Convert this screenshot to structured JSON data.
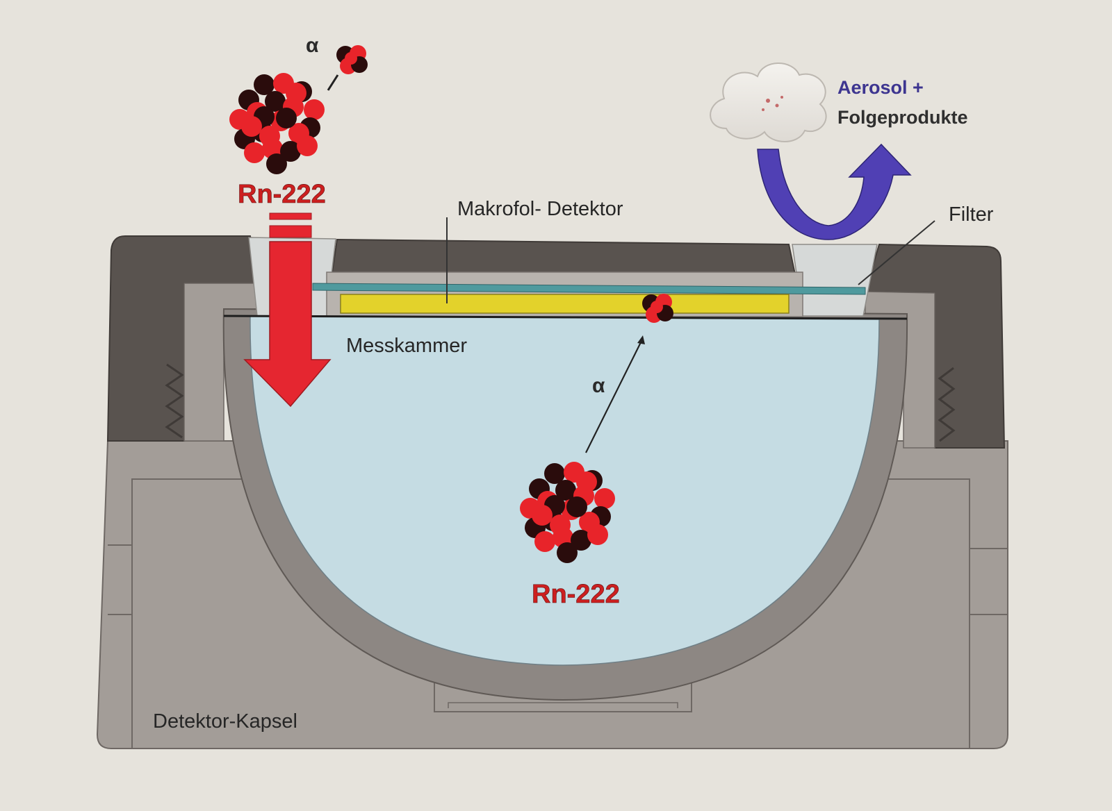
{
  "labels": {
    "rn_top": "Rn-222",
    "rn_bottom": "Rn-222",
    "alpha_top": "α",
    "alpha_mid": "α",
    "makrofol": "Makrofol- Detektor",
    "filter": "Filter",
    "messkammer": "Messkammer",
    "aerosol_line1": "Aerosol +",
    "aerosol_line2": "Folgeprodukte",
    "kapsel": "Detektor-Kapsel"
  },
  "icons": [
    "radon-atom-icon",
    "alpha-particle-icon",
    "aerosol-cloud-icon",
    "down-arrow-icon",
    "u-turn-arrow-icon"
  ],
  "colors": {
    "background": "#e6e3dc",
    "housing_dark": "#59534f",
    "housing_light": "#a39d98",
    "chamber": "#c5dce3",
    "detector_foil": "#e3d22b",
    "filter_strip": "#4f9a9e",
    "arrow_red": "#e52630",
    "arrow_blue": "#5040b4",
    "atom_red": "#e8242a",
    "atom_dark": "#2a0c0c",
    "label_red": "#cc1f1f",
    "aerosol_text": "#3d3590"
  }
}
